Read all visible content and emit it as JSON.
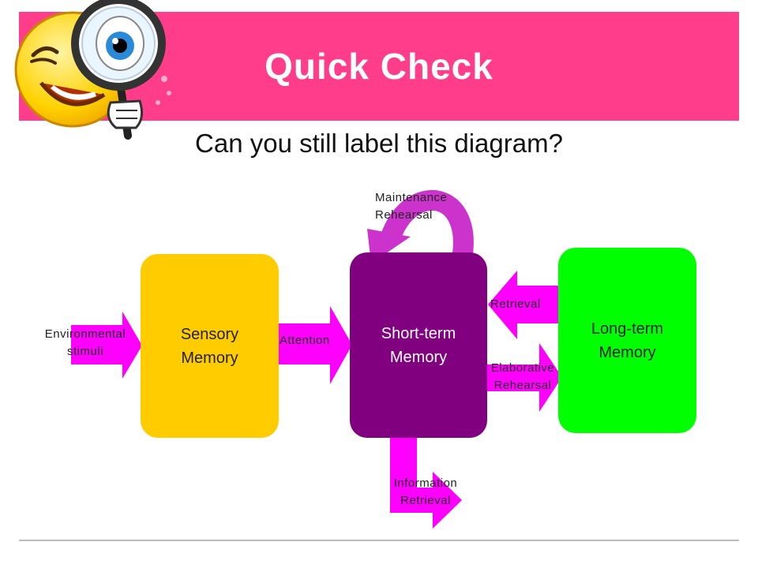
{
  "header": {
    "title": "Quick Check",
    "subtitle": "Can you still label this diagram?",
    "banner_color": "#ff3d8a",
    "mascot_icon": "smiley-magnifying-glass-icon"
  },
  "diagram": {
    "boxes": {
      "sensory": {
        "label": "Sensory\nMemory",
        "color": "#ffcc00"
      },
      "short_term": {
        "label": "Short-term\nMemory",
        "color": "#800080"
      },
      "long_term": {
        "label": "Long-term\nMemory",
        "color": "#00ff00"
      }
    },
    "arrows": {
      "environmental_stimuli": "Environmental\nstimuli",
      "attention": "Attention",
      "maintenance_rehearsal": "Maintenance\nRehearsal",
      "retrieval": "Retrieval",
      "elaborative_rehearsal": "Elaborative\nRehearsal",
      "information_retrieval": "Information\nRetrieval"
    },
    "arrow_color": "#ff00ff",
    "loop_color": "#cc33cc"
  }
}
